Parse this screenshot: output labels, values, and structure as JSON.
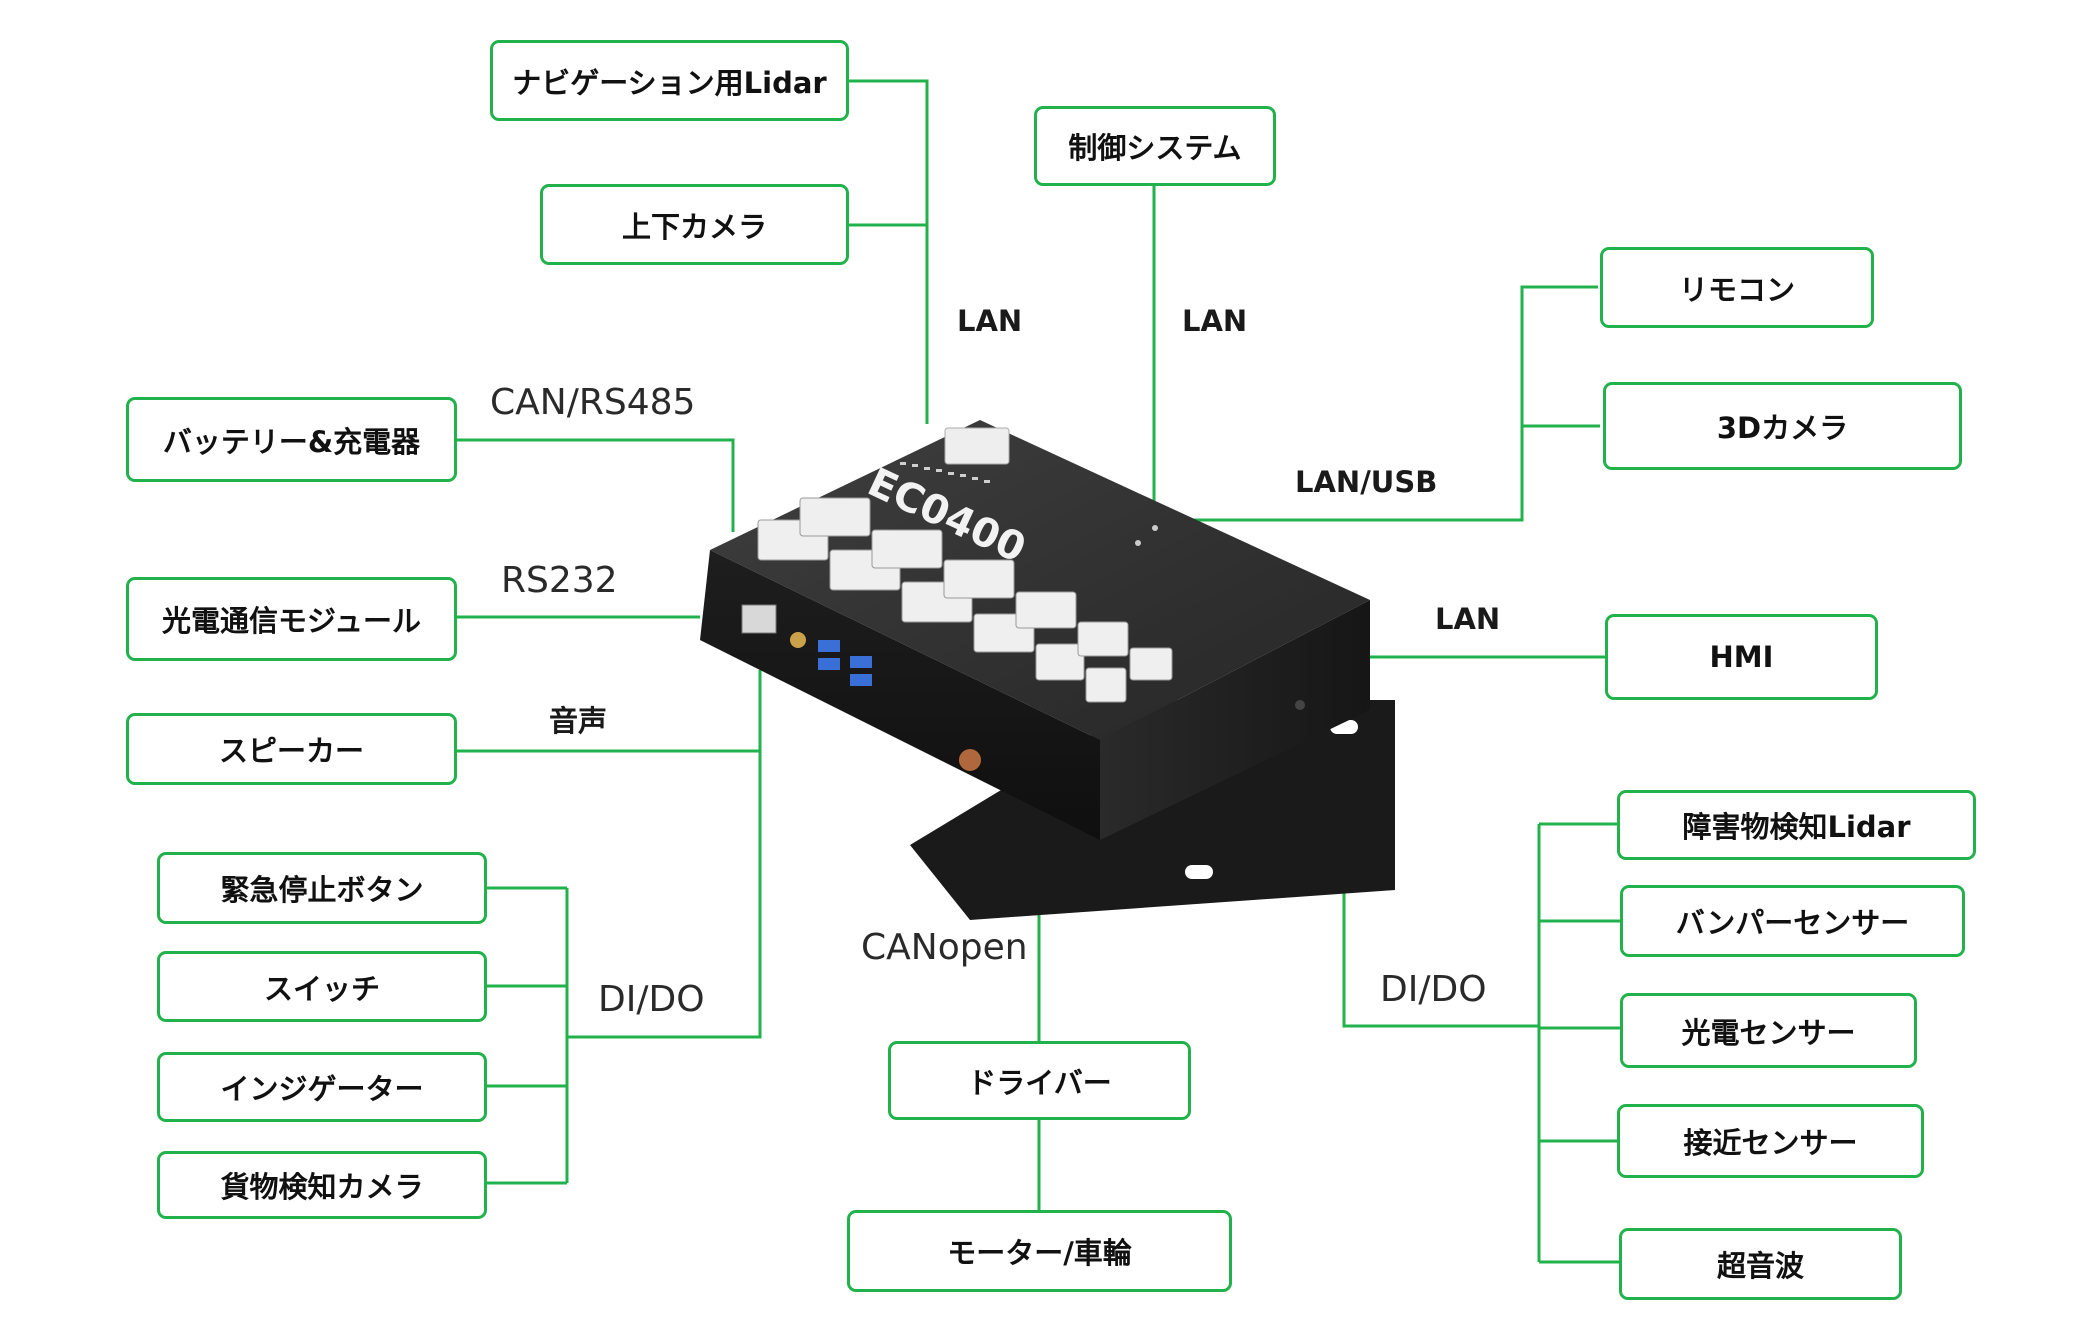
{
  "colors": {
    "accent": "#22b24c",
    "device_body": "#2b2b2b",
    "device_top": "#3a3a3a"
  },
  "device": {
    "model": "EC0400"
  },
  "nodes": {
    "nav_lidar": "ナビゲーション用Lidar",
    "updown_camera": "上下カメラ",
    "control_system": "制御システム",
    "remote": "リモコン",
    "camera_3d": "3Dカメラ",
    "battery": "バッテリー&充電器",
    "optical_comm": "光電通信モジュール",
    "speaker": "スピーカー",
    "hmi": "HMI",
    "estop": "緊急停止ボタン",
    "switch": "スイッチ",
    "indicator": "インジゲーター",
    "cargo_camera": "貨物検知カメラ",
    "driver": "ドライバー",
    "motor": "モーター/車輪",
    "obstacle_lidar": "障害物検知Lidar",
    "bumper": "バンパーセンサー",
    "photo_sensor": "光電センサー",
    "proximity": "接近センサー",
    "ultrasonic": "超音波"
  },
  "labels": {
    "lan_left": "LAN",
    "lan_center": "LAN",
    "lan_usb": "LAN/USB",
    "can_rs485": "CAN/RS485",
    "rs232": "RS232",
    "audio": "音声",
    "lan_hmi": "LAN",
    "canopen": "CANopen",
    "dido_left": "DI/DO",
    "dido_right": "DI/DO"
  }
}
